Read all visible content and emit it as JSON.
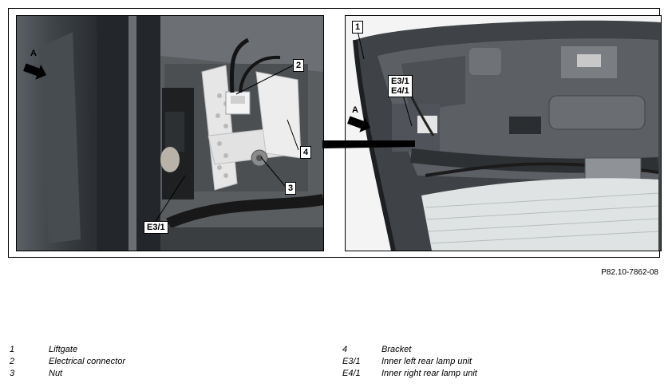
{
  "figure": {
    "reference_code": "P82.10-7862-08"
  },
  "left_photo": {
    "labels": {
      "view_arrow": "A",
      "connector": "2",
      "bracket": "4",
      "nut": "3",
      "lamp_unit": "E3/1"
    }
  },
  "right_photo": {
    "labels": {
      "liftgate": "1",
      "view_arrow": "A",
      "lamp_left": "E3/1",
      "lamp_right": "E4/1"
    }
  },
  "legend": {
    "left": [
      {
        "key": "1",
        "text": "Liftgate"
      },
      {
        "key": "2",
        "text": "Electrical connector"
      },
      {
        "key": "3",
        "text": "Nut"
      }
    ],
    "right": [
      {
        "key": "4",
        "text": "Bracket"
      },
      {
        "key": "E3/1",
        "text": "Inner left rear lamp unit"
      },
      {
        "key": "E4/1",
        "text": "Inner right rear lamp unit"
      }
    ]
  }
}
